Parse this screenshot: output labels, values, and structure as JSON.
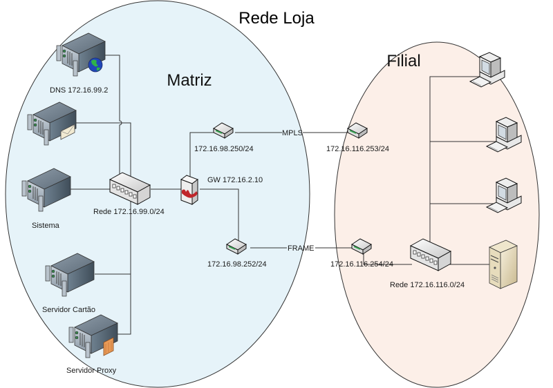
{
  "title": "Rede Loja",
  "colors": {
    "matriz_fill": "#e6f3f9",
    "filial_fill": "#fcefe8",
    "ellipse_stroke": "#333333",
    "link_green": "#3aa655",
    "firewall_red": "#c0262b",
    "proxy_orange": "#e89a57"
  },
  "zones": {
    "matriz": {
      "label": "Matriz"
    },
    "filial": {
      "label": "Filial"
    }
  },
  "matriz": {
    "servers": [
      {
        "id": "dns",
        "label": "DNS 172.16.99.2",
        "icon": "server-globe-icon"
      },
      {
        "id": "mail",
        "label": "",
        "icon": "server-mail-icon"
      },
      {
        "id": "sistema",
        "label": "Sistema",
        "icon": "server-icon"
      },
      {
        "id": "cartao",
        "label": "Servidor Cartão",
        "icon": "server-icon"
      },
      {
        "id": "proxy",
        "label": "Servidor Proxy",
        "icon": "server-proxy-icon"
      }
    ],
    "switch": {
      "label": "Rede 172.16.99.0/24",
      "icon": "switch-icon"
    },
    "firewall": {
      "label": "GW 172.16.2.10",
      "icon": "firewall-icon"
    },
    "routers": [
      {
        "id": "mpls",
        "label": "172.16.98.250/24",
        "icon": "router-icon"
      },
      {
        "id": "frame",
        "label": "172.16.98.252/24",
        "icon": "router-icon"
      }
    ]
  },
  "links": [
    {
      "id": "mpls",
      "label": "MPLS"
    },
    {
      "id": "frame",
      "label": "FRAME"
    }
  ],
  "filial": {
    "routers": [
      {
        "id": "mpls",
        "label": "172.16.116.253/24",
        "icon": "router-icon"
      },
      {
        "id": "frame",
        "label": "172.16.116.254/24",
        "icon": "router-icon"
      }
    ],
    "switch": {
      "label": "Rede 172.16.116.0/24",
      "icon": "switch-icon"
    },
    "workstations": [
      {
        "id": "pc1",
        "icon": "workstation-icon"
      },
      {
        "id": "pc2",
        "icon": "workstation-icon"
      },
      {
        "id": "pc3",
        "icon": "workstation-icon"
      }
    ],
    "server": {
      "id": "tower",
      "icon": "tower-server-icon"
    }
  }
}
